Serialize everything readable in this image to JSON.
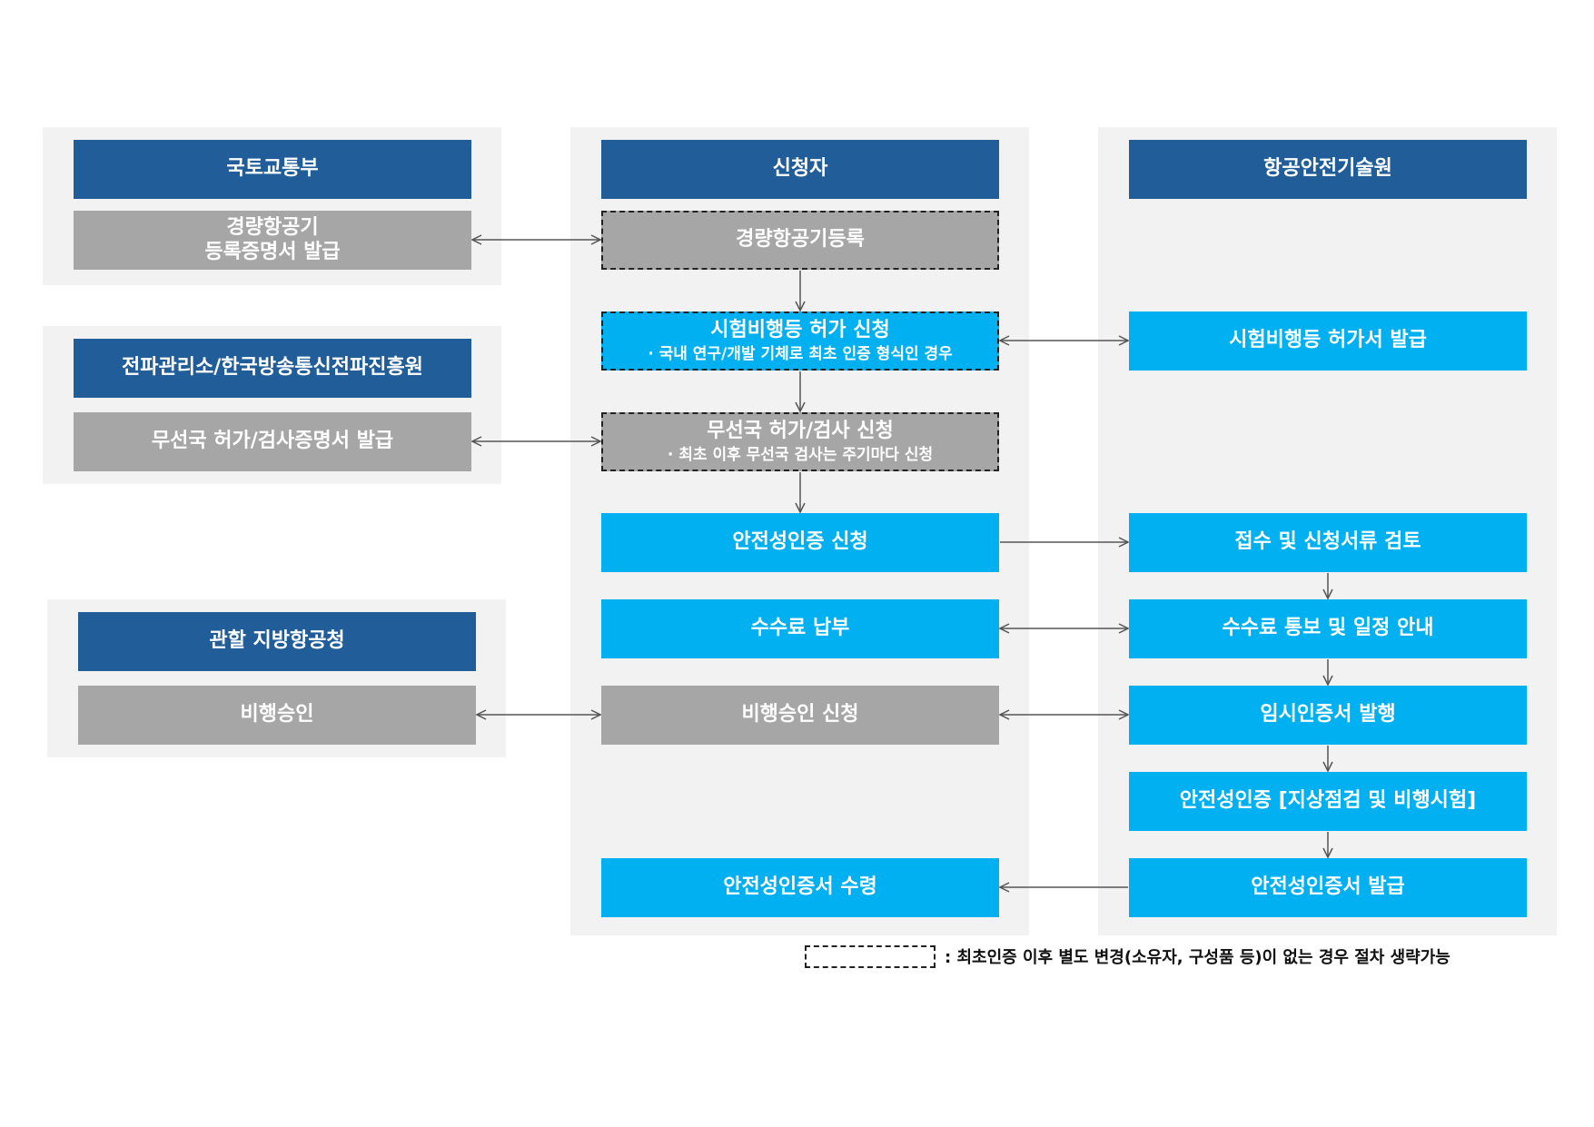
{
  "columns": {
    "molit": {
      "title": "국토교통부",
      "cert_issue": [
        "경량항공기",
        "등록증명서 발급"
      ]
    },
    "radio_agency": {
      "title": "전파관리소/한국방송통신전파진흥원",
      "radio_issue": "무선국 허가/검사증명서 발급"
    },
    "regional_office": {
      "title": "관할 지방항공청",
      "flight_approval": "비행승인"
    },
    "applicant": {
      "title": "신청자",
      "registration": "경량항공기등록",
      "test_flight": {
        "label": "시험비행등 허가 신청",
        "note": "· 국내 연구/개발 기체로 최초 인증 형식인 경우"
      },
      "radio_apply": {
        "label": "무선국 허가/검사 신청",
        "note": "· 최초 이후 무선국 검사는 주기마다 신청"
      },
      "safety_apply": "안전성인증 신청",
      "fee_payment": "수수료 납부",
      "flight_approval_apply": "비행승인 신청",
      "cert_receive": "안전성인증서 수령"
    },
    "kiast": {
      "title": "항공안전기술원",
      "test_flight_permit": "시험비행등 허가서 발급",
      "review": "접수 및 신청서류 검토",
      "fee_notice": "수수료 통보 및 일정 안내",
      "temp_cert": "임시인증서 발행",
      "safety_cert": "안전성인증 [지상점검 및 비행시험]",
      "cert_issue": "안전성인증서 발급"
    }
  },
  "legend": {
    "text": ": 최초인증 이후 별도 변경(소유자, 구성품 등)이 없는 경우 절차 생략가능"
  },
  "colors": {
    "header": "#215e99",
    "gray_step": "#a6a6a6",
    "blue_step": "#00b0f0",
    "panel": "#f2f2f2"
  }
}
